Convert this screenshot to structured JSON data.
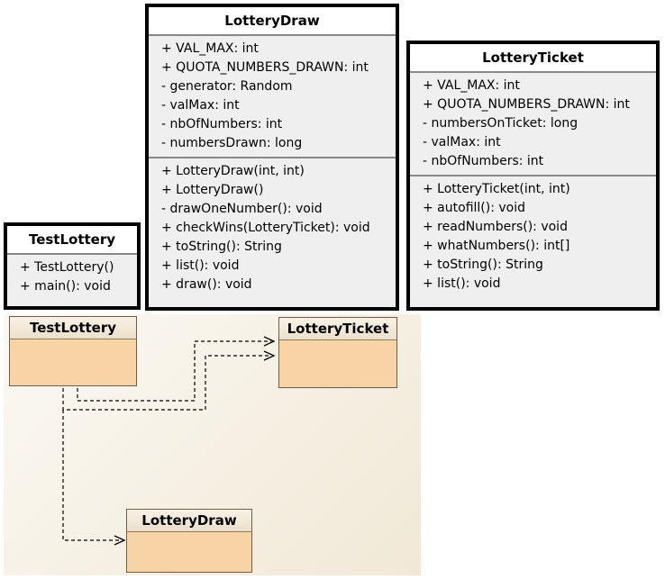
{
  "lottery_draw": {
    "name": "LotteryDraw",
    "attributes": [
      "+ VAL_MAX: int",
      "+ QUOTA_NUMBERS_DRAWN: int",
      "- generator: Random",
      "- valMax: int",
      "- nbOfNumbers: int",
      "- numbersDrawn: long"
    ],
    "methods": [
      "+ LotteryDraw(int, int)",
      "+ LotteryDraw()",
      "- drawOneNumber(): void",
      "+ checkWins(LotteryTicket): void",
      "+ toString(): String",
      "+ list(): void",
      "+ draw(): void"
    ]
  },
  "lottery_ticket": {
    "name": "LotteryTicket",
    "attributes": [
      "+ VAL_MAX: int",
      "+ QUOTA_NUMBERS_DRAWN: int",
      "- numbersOnTicket: long",
      "- valMax: int",
      "- nbOfNumbers: int"
    ],
    "methods": [
      "+ LotteryTicket(int, int)",
      "+ autofill(): void",
      "+ readNumbers(): void",
      "+ whatNumbers(): int[]",
      "+ toString(): String",
      "+ list(): void"
    ]
  },
  "test_lottery": {
    "name": "TestLottery",
    "methods": [
      "+ TestLottery()",
      "+ main(): void"
    ]
  },
  "dependency_diagram": {
    "test_lottery": "TestLottery",
    "lottery_ticket": "LotteryTicket",
    "lottery_draw": "LotteryDraw"
  },
  "colors": {
    "class_fill": "#efefef",
    "mini_class_fill": "#f8d3a6",
    "panel_background": "#f1e8d6"
  }
}
